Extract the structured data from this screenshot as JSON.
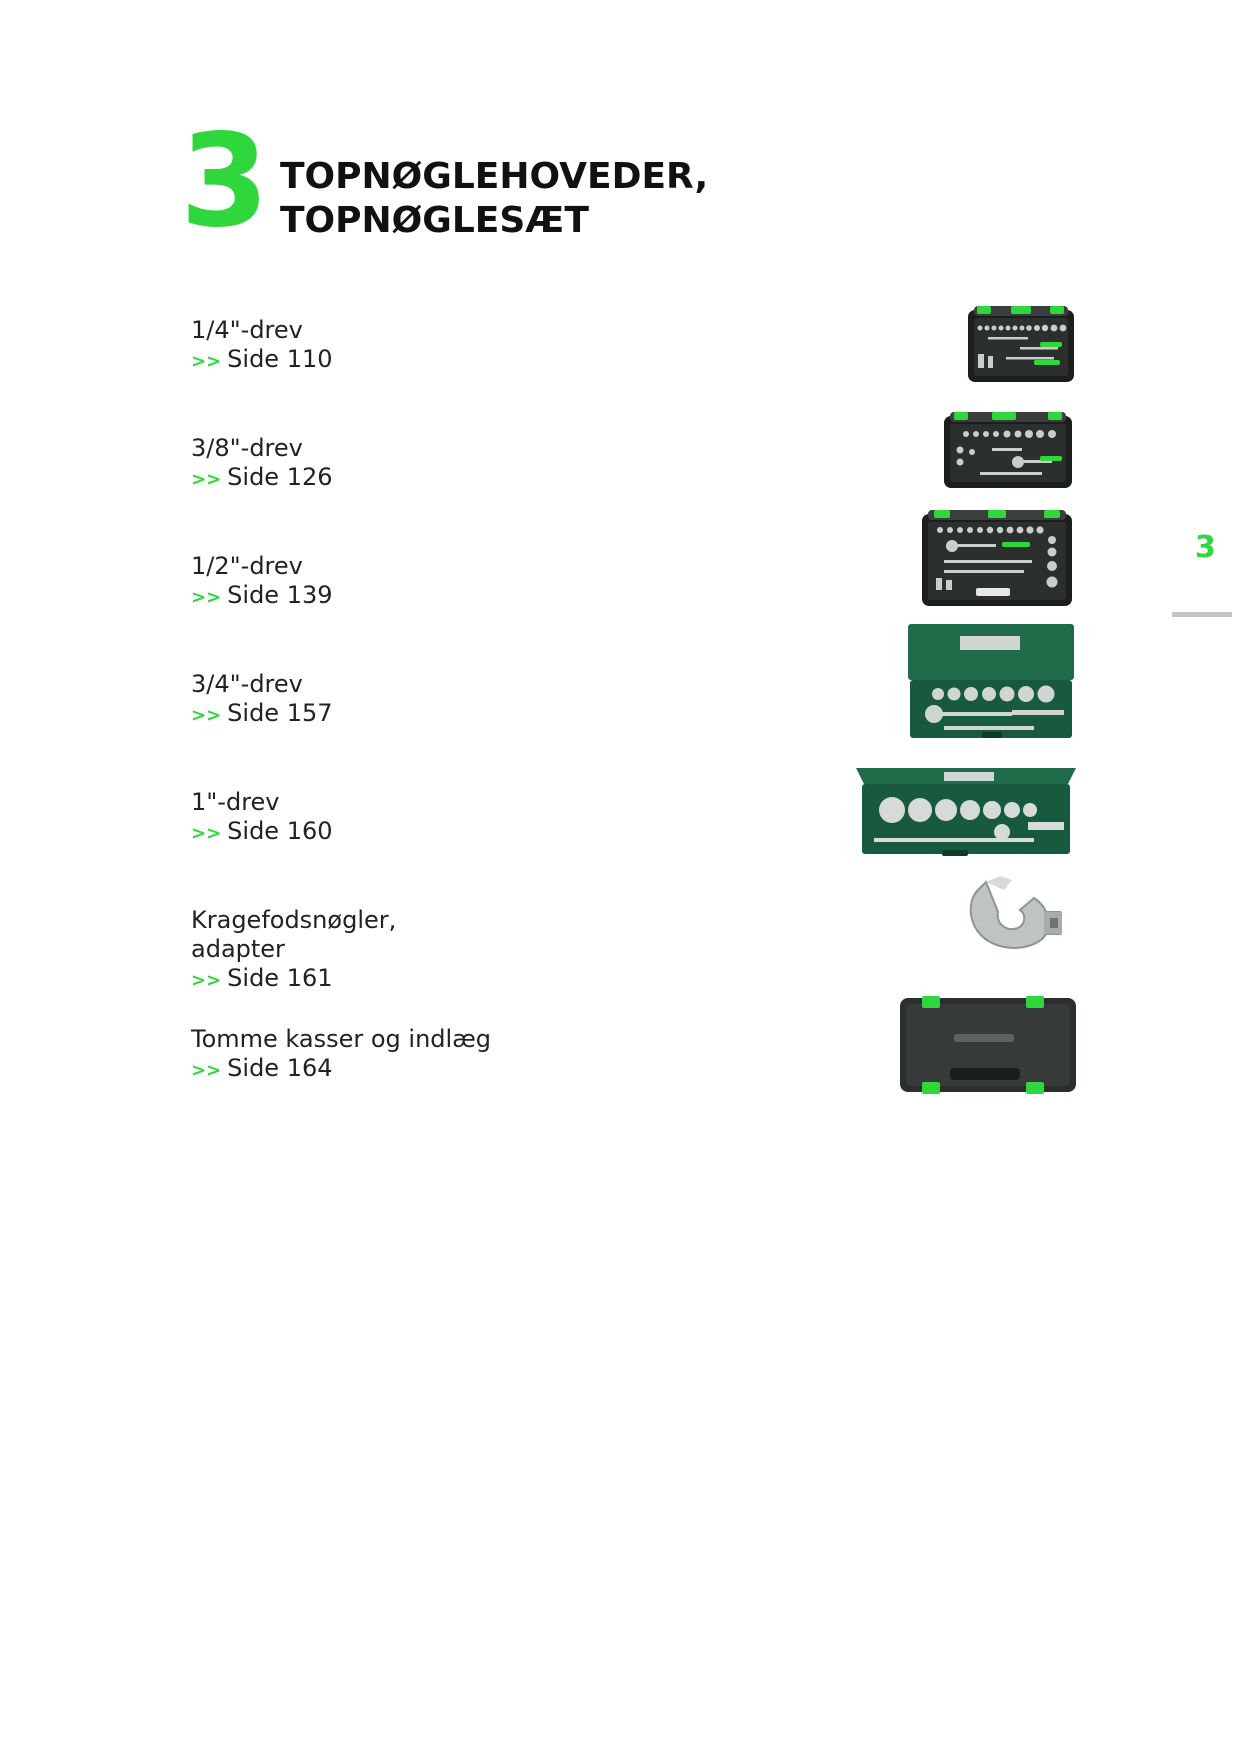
{
  "chapter": {
    "number": "3",
    "title_lines": [
      "TOPNØGLEHOVEDER,",
      "TOPNØGLESÆT"
    ]
  },
  "entries": [
    {
      "label_lines": [
        "1/4\"-drev"
      ],
      "arrow": ">>",
      "page": "Side 110",
      "image": "socket-set-quarter-inch-case"
    },
    {
      "label_lines": [
        "3/8\"-drev"
      ],
      "arrow": ">>",
      "page": "Side 126",
      "image": "socket-set-three-eighths-inch-case"
    },
    {
      "label_lines": [
        "1/2\"-drev"
      ],
      "arrow": ">>",
      "page": "Side 139",
      "image": "socket-set-half-inch-case"
    },
    {
      "label_lines": [
        "3/4\"-drev"
      ],
      "arrow": ">>",
      "page": "Side 157",
      "image": "socket-set-three-quarter-inch-metal-box"
    },
    {
      "label_lines": [
        "1\"-drev"
      ],
      "arrow": ">>",
      "page": "Side 160",
      "image": "socket-set-one-inch-metal-box"
    },
    {
      "label_lines": [
        "Kragefodsnøgler,",
        "adapter"
      ],
      "arrow": ">>",
      "page": "Side 161",
      "image": "crowfoot-wrench"
    },
    {
      "label_lines": [
        "Tomme kasser og indlæg"
      ],
      "arrow": ">>",
      "page": "Side 164",
      "image": "empty-tool-case-closed"
    }
  ],
  "side_tab": {
    "label": "3"
  },
  "colors": {
    "accent": "#2fd63c",
    "text": "#222222",
    "case_dark": "#2b2f2d",
    "metal_box": "#1f6b4a"
  },
  "case_logo": ""
}
